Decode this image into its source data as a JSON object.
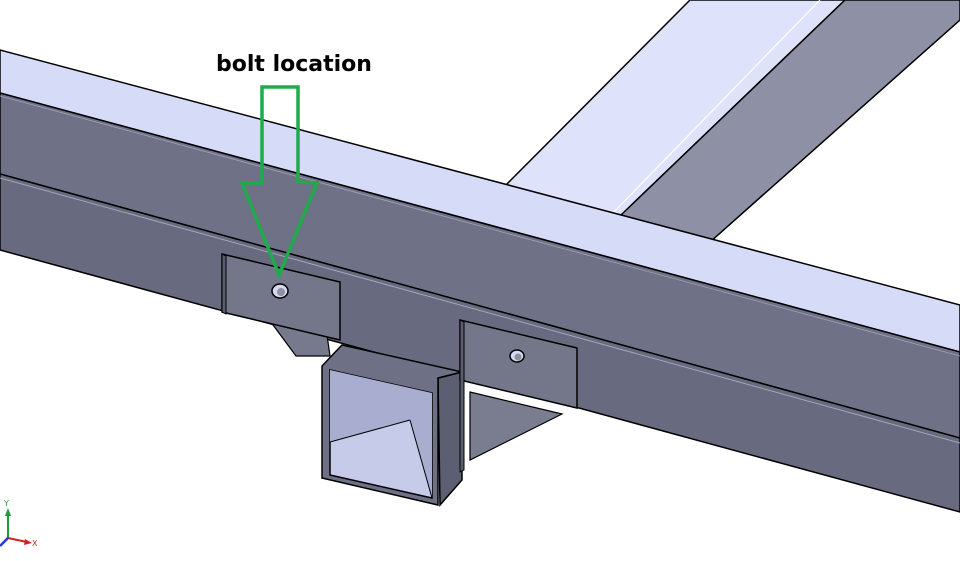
{
  "annotation": {
    "label": "bolt location",
    "arrow_color": "#1faa4b"
  },
  "triad": {
    "y_label": "Y",
    "x_label": "X",
    "y_color": "#1f9a3a",
    "x_color": "#d22020",
    "z_color": "#1f3ad2"
  },
  "model_colors": {
    "top_face": "#d9ddfa",
    "side_face": "#6d7084",
    "dark_face": "#5e6173",
    "tube_inner": "#c6cbe8",
    "plate": "#74778a",
    "edge": "#000000"
  }
}
